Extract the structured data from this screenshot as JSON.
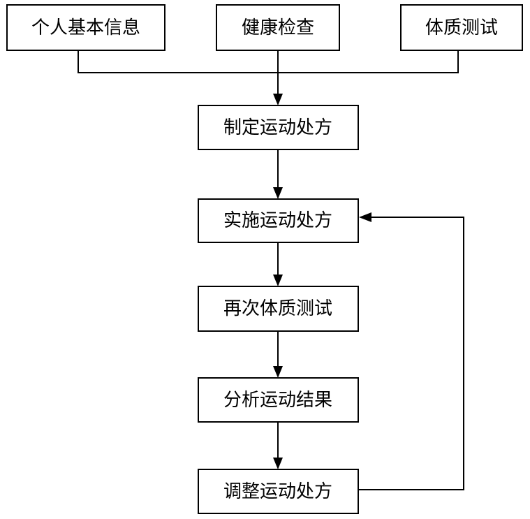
{
  "diagram": {
    "type": "flowchart",
    "line_color": "#000000",
    "box_fill": "#ffffff",
    "nodes": {
      "personal_info": "个人基本信息",
      "health_check": "健康检查",
      "fitness_test": "体质测试",
      "make_prescription": "制定运动处方",
      "implement_prescription": "实施运动处方",
      "retest_fitness": "再次体质测试",
      "analyze_results": "分析运动结果",
      "adjust_prescription": "调整运动处方"
    },
    "edges": [
      {
        "from": "personal_info",
        "to": "make_prescription"
      },
      {
        "from": "health_check",
        "to": "make_prescription"
      },
      {
        "from": "fitness_test",
        "to": "make_prescription"
      },
      {
        "from": "make_prescription",
        "to": "implement_prescription"
      },
      {
        "from": "implement_prescription",
        "to": "retest_fitness"
      },
      {
        "from": "retest_fitness",
        "to": "analyze_results"
      },
      {
        "from": "analyze_results",
        "to": "adjust_prescription"
      },
      {
        "from": "adjust_prescription",
        "to": "implement_prescription"
      }
    ]
  }
}
